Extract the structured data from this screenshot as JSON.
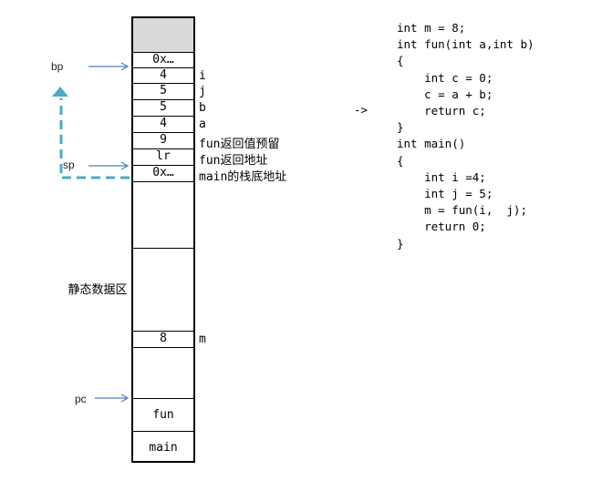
{
  "stack": {
    "cells": [
      "0x…",
      "4",
      "5",
      "5",
      "4",
      "9",
      "lr",
      "0x…"
    ],
    "labels": [
      "i",
      "j",
      "b",
      "a",
      "fun返回值预留",
      "fun返回地址",
      "main的栈底地址"
    ],
    "static_label": "静态数据区",
    "static_value": "8",
    "static_name": "m",
    "code_cells": [
      "fun",
      "main"
    ]
  },
  "registers": {
    "bp": "bp",
    "sp": "sp",
    "pc": "pc"
  },
  "code": {
    "lines": [
      "int m = 8;",
      "int fun(int a,int b)",
      "{",
      "    int c = 0;",
      "    c = a + b;",
      "    return c;",
      "}",
      "int main()",
      "{",
      "    int i =4;",
      "    int j = 5;",
      "    m = fun(i,  j);",
      "    return 0;",
      "}"
    ],
    "current_marker": "->"
  },
  "colors": {
    "arrow": "#4f81bd",
    "dashed": "#4bacc6",
    "header": "#d9d9d9"
  }
}
